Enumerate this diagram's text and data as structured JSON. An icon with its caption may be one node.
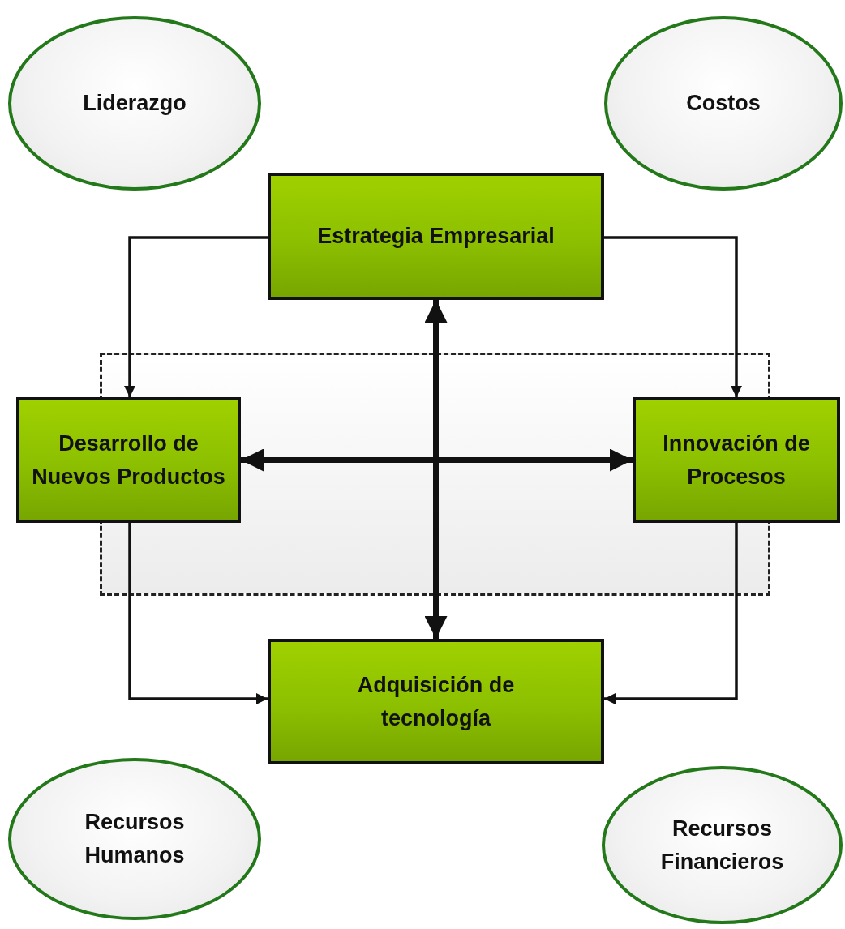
{
  "diagram": {
    "nodes": [
      {
        "text": [
          "Liderazgo"
        ]
      },
      {
        "text": [
          "Costos"
        ]
      },
      {
        "text": [
          "Estrategia Empresarial"
        ]
      },
      {
        "text": [
          "Desarrollo de Nuevos Productos"
        ]
      },
      {
        "text": [
          "Innovación de Procesos"
        ]
      },
      {
        "text": [
          "Adquisición de tecnología"
        ]
      },
      {
        "text": [
          "Recursos Humanos"
        ]
      },
      {
        "text": [
          "Recursos Financieros"
        ]
      }
    ],
    "edges": [
      {
        "from": 2,
        "to": 3,
        "arrow": "to"
      },
      {
        "from": 2,
        "to": 4,
        "arrow": "to"
      },
      {
        "from": 2,
        "to": 5,
        "arrow": "both",
        "style": "thick"
      },
      {
        "from": 3,
        "to": 4,
        "arrow": "both",
        "style": "thick"
      },
      {
        "from": 3,
        "to": 5,
        "arrow": "to"
      },
      {
        "from": 4,
        "to": 5,
        "arrow": "to"
      }
    ]
  }
}
